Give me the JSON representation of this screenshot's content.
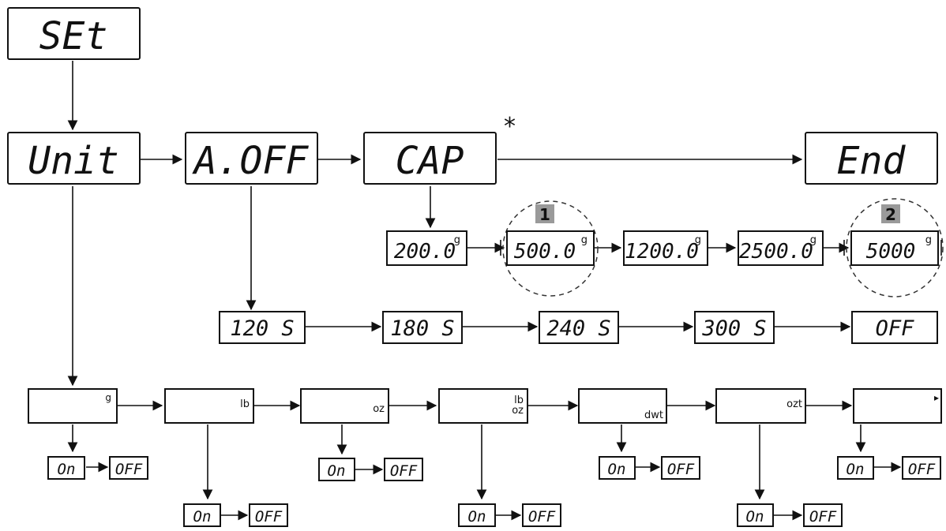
{
  "menu": {
    "set": "SEt",
    "unit": "Unit",
    "aoff": "A.OFF",
    "cap": "CAP",
    "end": "End",
    "cap_note": "*"
  },
  "capacity": {
    "values": [
      "200.0",
      "500.0",
      "1200.0",
      "2500.0",
      "5000"
    ],
    "unit": "g",
    "badge_1": "1",
    "badge_2": "2"
  },
  "auto_off": {
    "options": [
      "120 S",
      "180 S",
      "240 S",
      "300 S",
      "OFF"
    ]
  },
  "units": {
    "labels": [
      "g",
      "lb",
      "oz",
      "lb\noz",
      "dwt",
      "ozt",
      "▸"
    ],
    "on": "On",
    "off": "OFF"
  }
}
